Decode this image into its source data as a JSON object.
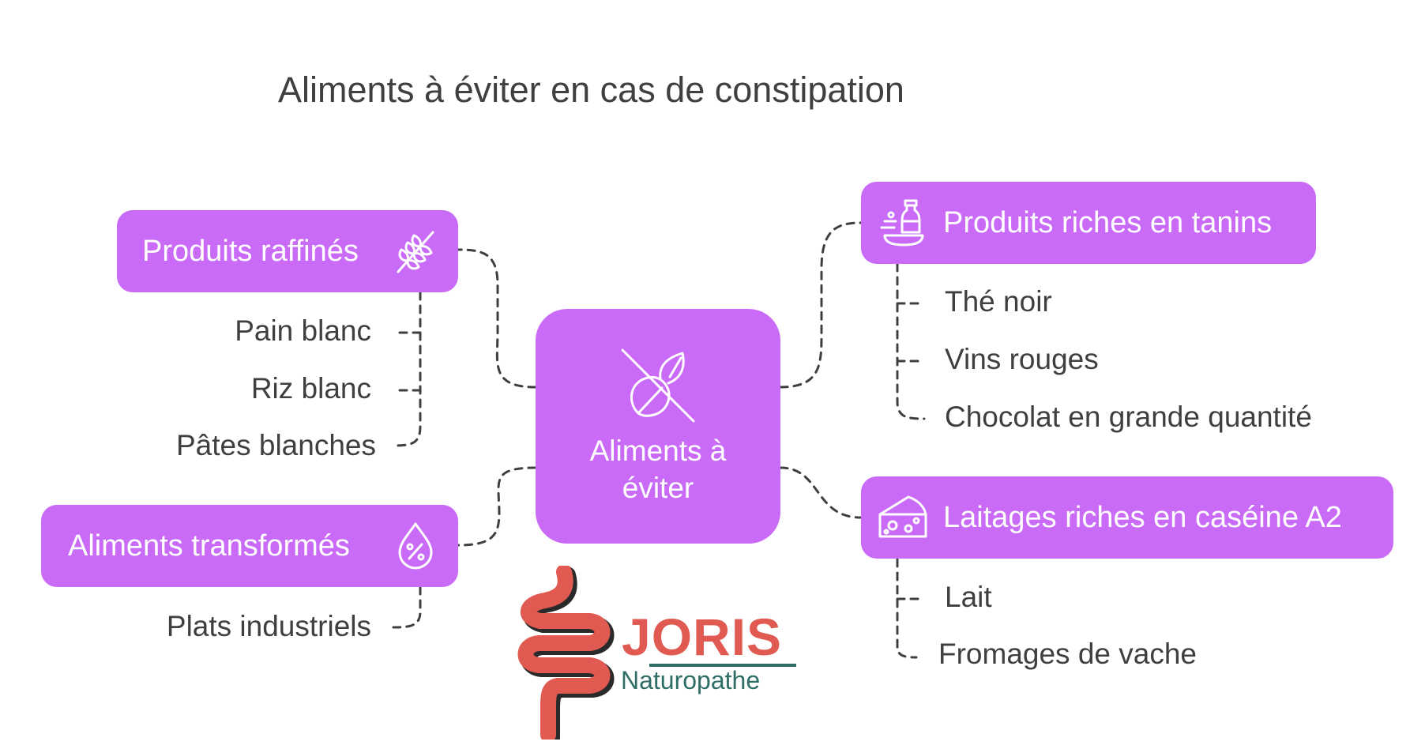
{
  "title": "Aliments à éviter en cas de constipation",
  "center": {
    "label_line1": "Aliments à",
    "label_line2": "éviter",
    "icon": "crossed-leaf-icon"
  },
  "categories": [
    {
      "id": "refined",
      "label": "Produits raffinés",
      "icon": "wheat-icon",
      "items": [
        "Pain blanc",
        "Riz blanc",
        "Pâtes blanches"
      ]
    },
    {
      "id": "processed",
      "label": "Aliments transformés",
      "icon": "drop-percent-icon",
      "items": [
        "Plats industriels"
      ]
    },
    {
      "id": "tannins",
      "label": "Produits riches en tanins",
      "icon": "bottle-plate-icon",
      "items": [
        "Thé noir",
        "Vins rouges",
        "Chocolat en grande quantité"
      ]
    },
    {
      "id": "dairy",
      "label": "Laitages riches en caséine A2",
      "icon": "cheese-icon",
      "items": [
        "Lait",
        "Fromages de vache"
      ]
    }
  ],
  "logo": {
    "name": "JORIS",
    "subtitle": "Naturopathe",
    "icon": "intestine-icon"
  },
  "colors": {
    "box": "#c96bf7",
    "text": "#3f3f3f",
    "connector": "#3f3f3f",
    "logo_red": "#e15a52",
    "logo_teal": "#2f6e67"
  }
}
